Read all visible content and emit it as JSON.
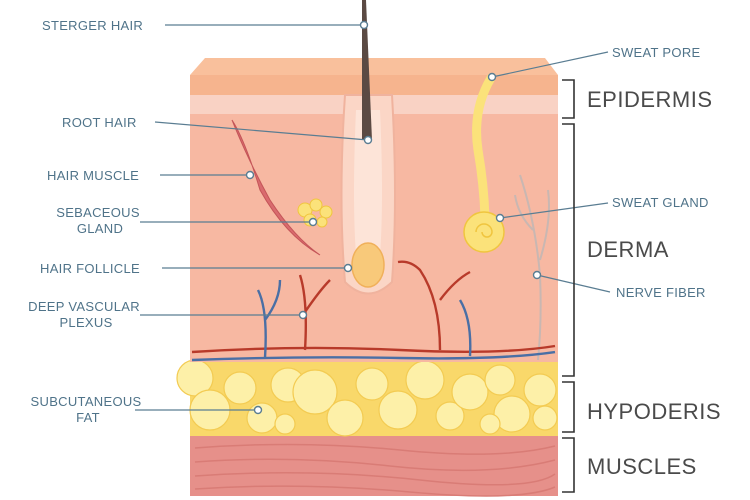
{
  "labels": {
    "sterger_hair": "STERGER HAIR",
    "root_hair": "ROOT HAIR",
    "hair_muscle": "HAIR MUSCLE",
    "sebaceous_gland": [
      "SEBACEOUS",
      "GLAND"
    ],
    "hair_follicle": "HAIR FOLLICLE",
    "deep_vascular_plexus": [
      "DEEP VASCULAR",
      "PLEXUS"
    ],
    "subcutaneous_fat": [
      "SUBCUTANEOUS",
      "FAT"
    ],
    "sweat_pore": "SWEAT PORE",
    "sweat_gland": "SWEAT GLAND",
    "nerve_fiber": "NERVE FIBER"
  },
  "layers": {
    "epidermis": "EPIDERMIS",
    "derma": "DERMA",
    "hypoderis": "HYPODERIS",
    "muscles": "MUSCLES"
  },
  "colors": {
    "label_text": "#4f7389",
    "epidermis_top": "#f6b48e",
    "derma": "#f7b8a2",
    "fat": "#fbe27a",
    "muscle": "#e6908a",
    "vein": "#4a6fa5",
    "artery": "#b83a2a"
  }
}
